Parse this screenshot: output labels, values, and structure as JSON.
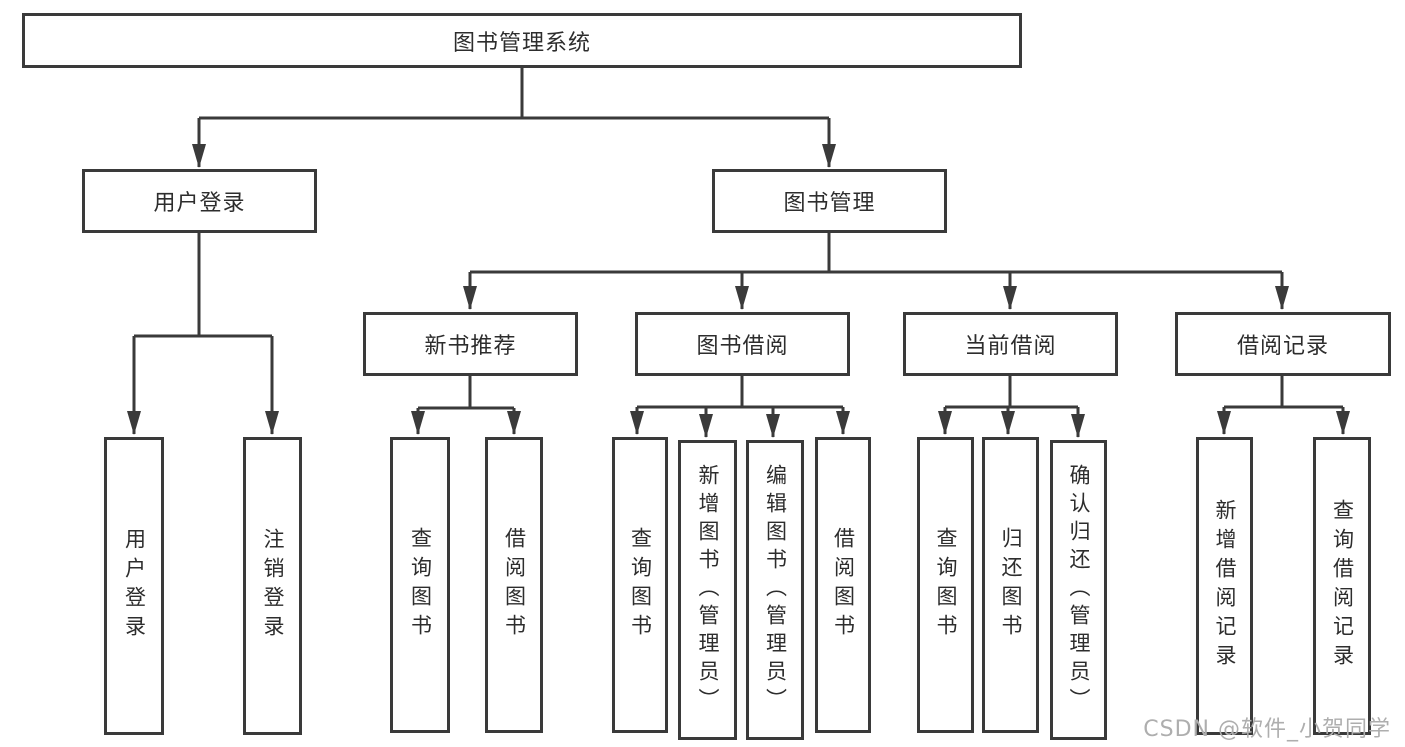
{
  "diagram": {
    "title_node": "图书管理系统",
    "tree": {
      "root": "图书管理系统",
      "branches": [
        {
          "label": "用户登录",
          "children": [
            "用户登录",
            "注销登录"
          ]
        },
        {
          "label": "图书管理",
          "sections": [
            {
              "label": "新书推荐",
              "children": [
                "查询图书",
                "借阅图书"
              ]
            },
            {
              "label": "图书借阅",
              "children": [
                "查询图书",
                "新增图书（管理员）",
                "编辑图书（管理员）",
                "借阅图书"
              ]
            },
            {
              "label": "当前借阅",
              "children": [
                "查询图书",
                "归还图书",
                "确认归还（管理员）"
              ]
            },
            {
              "label": "借阅记录",
              "children": [
                "新增借阅记录",
                "查询借阅记录"
              ]
            }
          ]
        }
      ]
    },
    "watermark": "CSDN @软件_小贺同学",
    "colors": {
      "line": "#3a3a3a",
      "border": "#3a3a3a",
      "text": "#2d2d2d",
      "watermark": "#aeaeae",
      "background": "#ffffff"
    }
  }
}
